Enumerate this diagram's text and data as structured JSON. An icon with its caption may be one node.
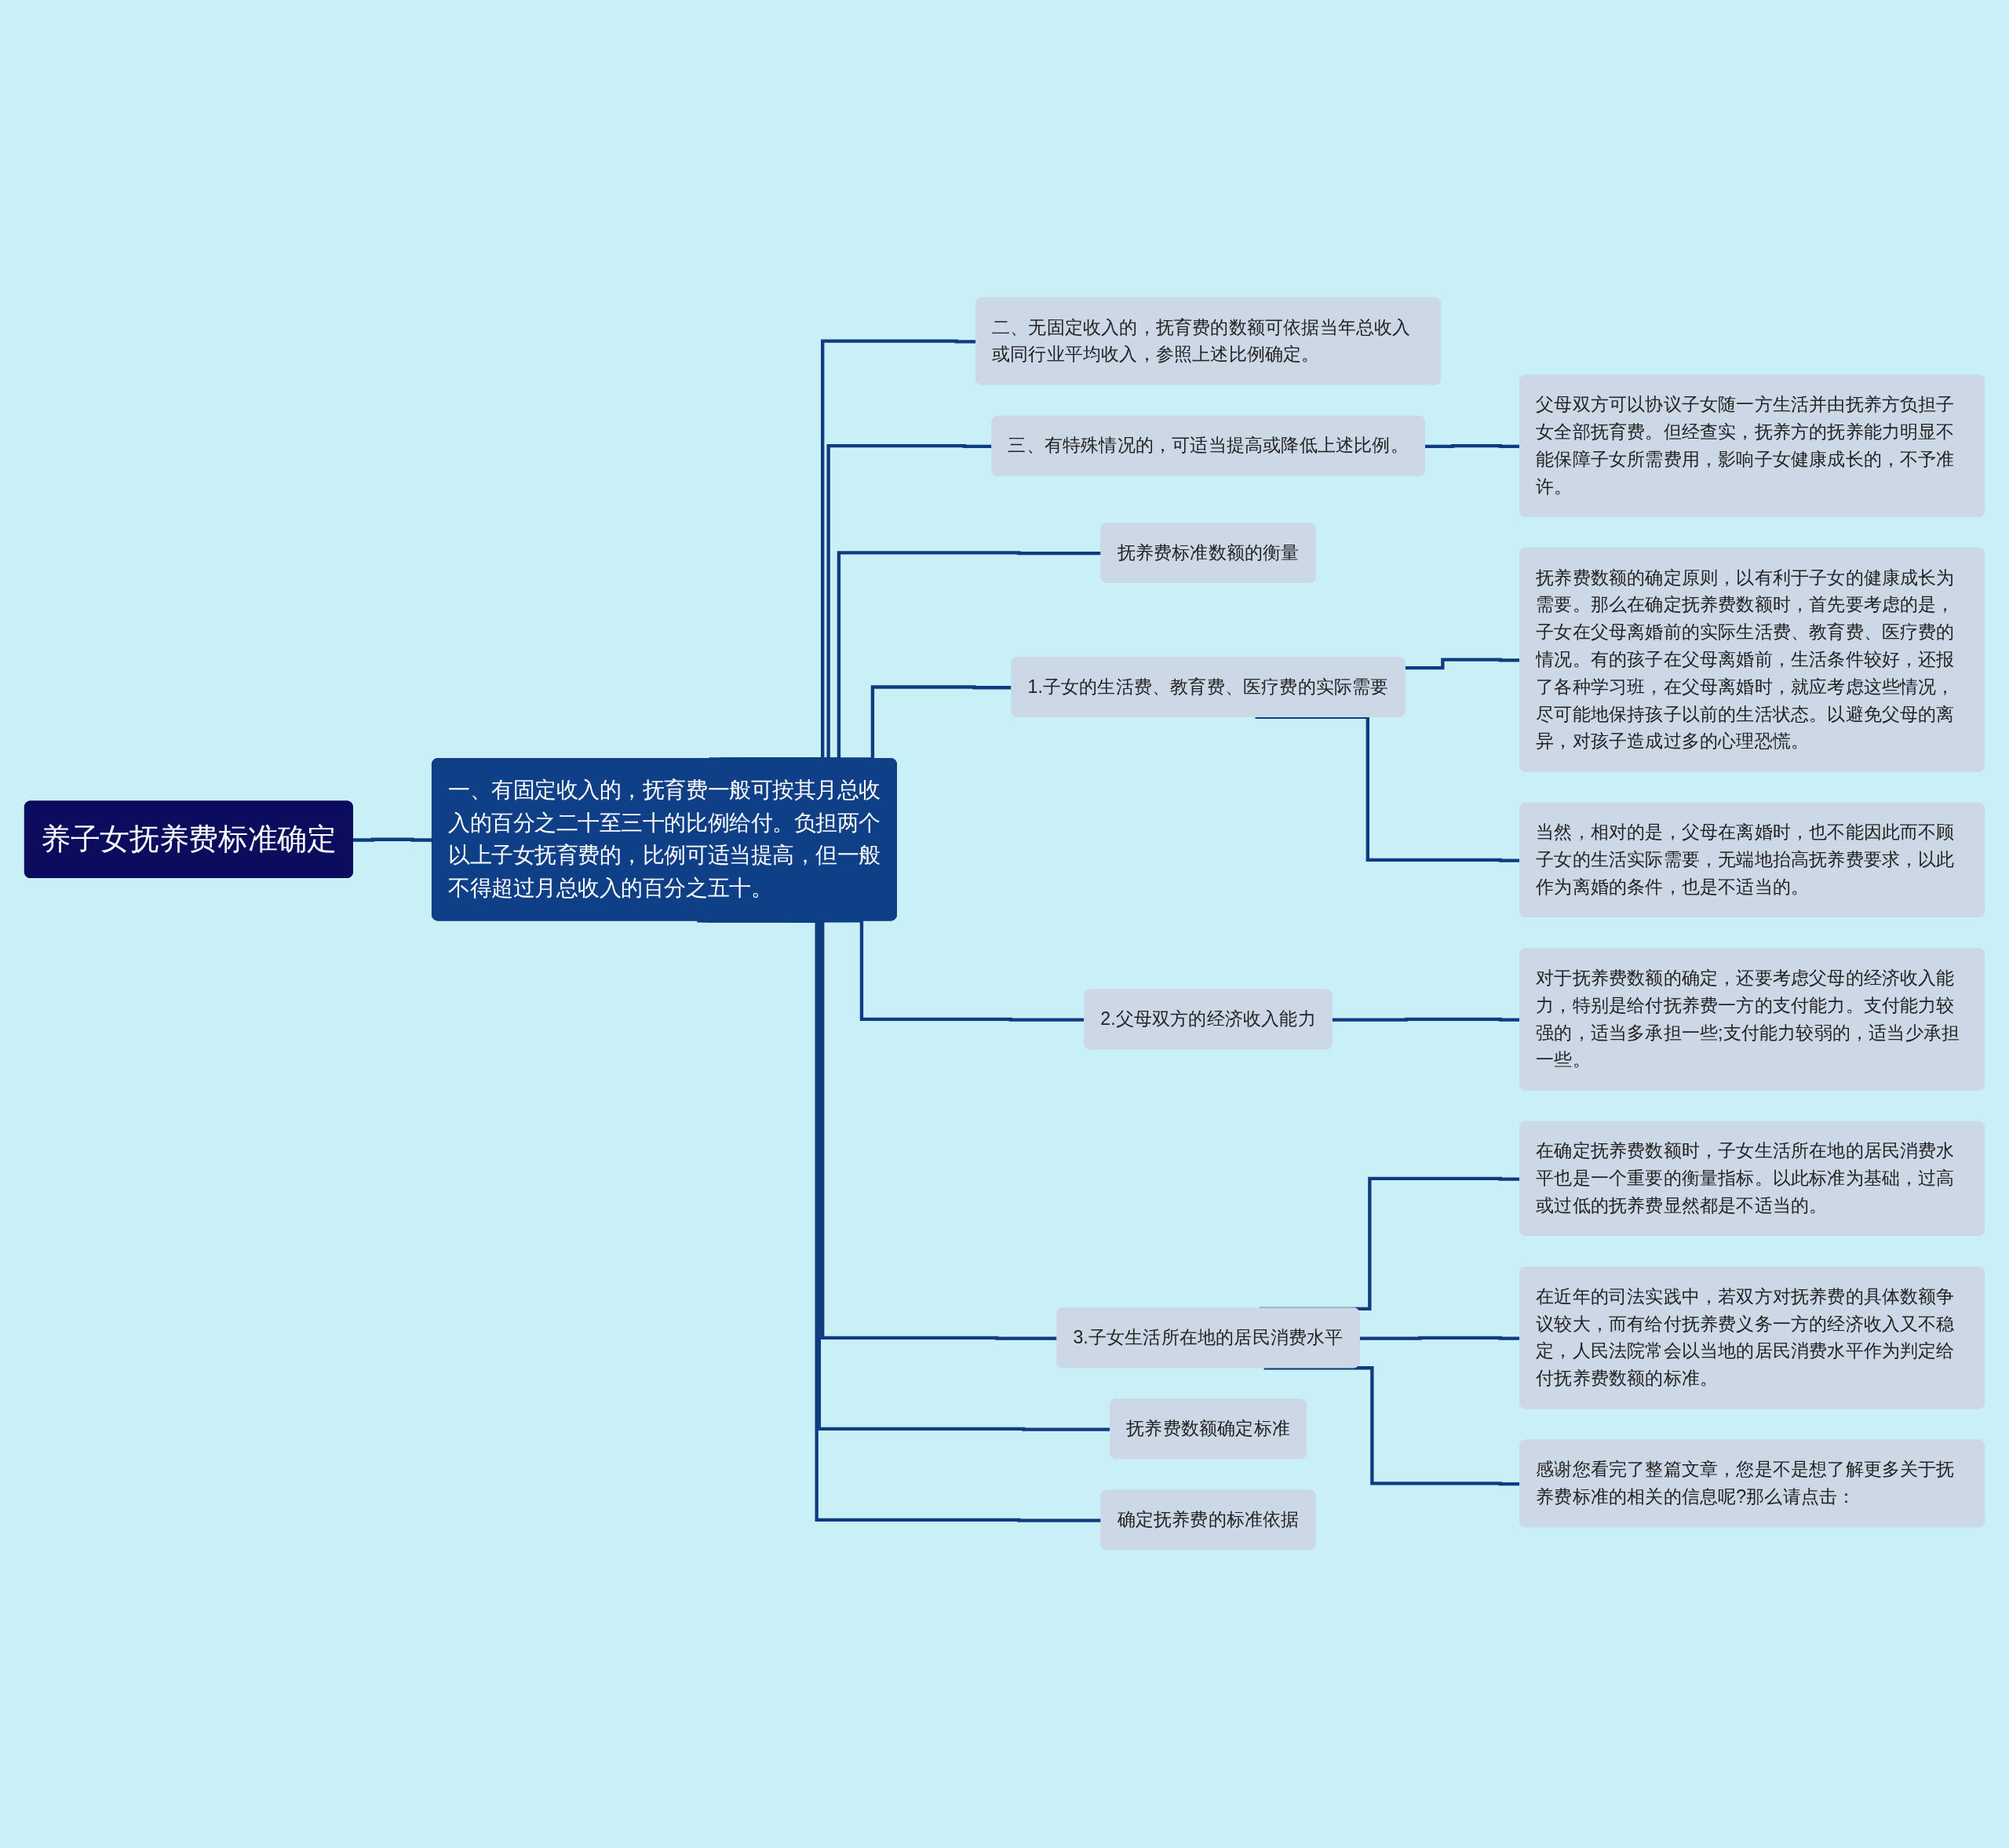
{
  "diagram": {
    "nodes": [
      {
        "text": [
          "养子女抚养费标准确定"
        ]
      },
      {
        "text": [
          "一、有固定收入的，抚育费一般可按其月总收入的百分之二十至三十的比例给付。负担两个以上子女抚育费的，比例可适当提高，但一般不得超过月总收入的百分之五十。"
        ]
      },
      {
        "text": [
          "二、无固定收入的，抚育费的数额可依据当年总收入或同行业平均收入，参照上述比例确定。"
        ]
      },
      {
        "text": [
          "三、有特殊情况的，可适当提高或降低上述比例。"
        ]
      },
      {
        "text": [
          "父母双方可以协议子女随一方生活并由抚养方负担子女全部抚育费。但经查实，抚养方的抚养能力明显不能保障子女所需费用，影响子女健康成长的，不予准许。"
        ]
      },
      {
        "text": [
          "抚养费标准数额的衡量"
        ]
      },
      {
        "text": [
          "1.子女的生活费、教育费、医疗费的实际需要"
        ]
      },
      {
        "text": [
          "抚养费数额的确定原则，以有利于子女的健康成长为需要。那么在确定抚养费数额时，首先要考虑的是，子女在父母离婚前的实际生活费、教育费、医疗费的情况。有的孩子在父母离婚前，生活条件较好，还报了各种学习班，在父母离婚时，就应考虑这些情况，尽可能地保持孩子以前的生活状态。以避免父母的离异，对孩子造成过多的心理恐慌。"
        ]
      },
      {
        "text": [
          "当然，相对的是，父母在离婚时，也不能因此而不顾子女的生活实际需要，无端地抬高抚养费要求，以此作为离婚的条件，也是不适当的。"
        ]
      },
      {
        "text": [
          "2.父母双方的经济收入能力"
        ]
      },
      {
        "text": [
          "对于抚养费数额的确定，还要考虑父母的经济收入能力，特别是给付抚养费一方的支付能力。支付能力较强的，适当多承担一些;支付能力较弱的，适当少承担一些。"
        ]
      },
      {
        "text": [
          "3.子女生活所在地的居民消费水平"
        ]
      },
      {
        "text": [
          "在确定抚养费数额时，子女生活所在地的居民消费水平也是一个重要的衡量指标。以此标准为基础，过高或过低的抚养费显然都是不适当的。"
        ]
      },
      {
        "text": [
          "在近年的司法实践中，若双方对抚养费的具体数额争议较大，而有给付抚养费义务一方的经济收入又不稳定，人民法院常会以当地的居民消费水平作为判定给付抚养费数额的标准。"
        ]
      },
      {
        "text": [
          "感谢您看完了整篇文章，您是不是想了解更多关于抚养费标准的相关的信息呢?那么请点击："
        ]
      },
      {
        "text": [
          "抚养费数额确定标准"
        ]
      },
      {
        "text": [
          "确定抚养费的标准依据"
        ]
      }
    ],
    "edges": [
      {
        "from": 0,
        "to": 1,
        "arrow": "none"
      },
      {
        "from": 1,
        "to": 2,
        "arrow": "none"
      },
      {
        "from": 1,
        "to": 3,
        "arrow": "none"
      },
      {
        "from": 3,
        "to": 4,
        "arrow": "none"
      },
      {
        "from": 1,
        "to": 5,
        "arrow": "none"
      },
      {
        "from": 1,
        "to": 6,
        "arrow": "none"
      },
      {
        "from": 6,
        "to": 7,
        "arrow": "none"
      },
      {
        "from": 6,
        "to": 8,
        "arrow": "none"
      },
      {
        "from": 1,
        "to": 9,
        "arrow": "none"
      },
      {
        "from": 9,
        "to": 10,
        "arrow": "none"
      },
      {
        "from": 1,
        "to": 11,
        "arrow": "none"
      },
      {
        "from": 11,
        "to": 12,
        "arrow": "none"
      },
      {
        "from": 11,
        "to": 13,
        "arrow": "none"
      },
      {
        "from": 11,
        "to": 14,
        "arrow": "none"
      },
      {
        "from": 1,
        "to": 15,
        "arrow": "none"
      },
      {
        "from": 1,
        "to": 16,
        "arrow": "none"
      }
    ]
  }
}
